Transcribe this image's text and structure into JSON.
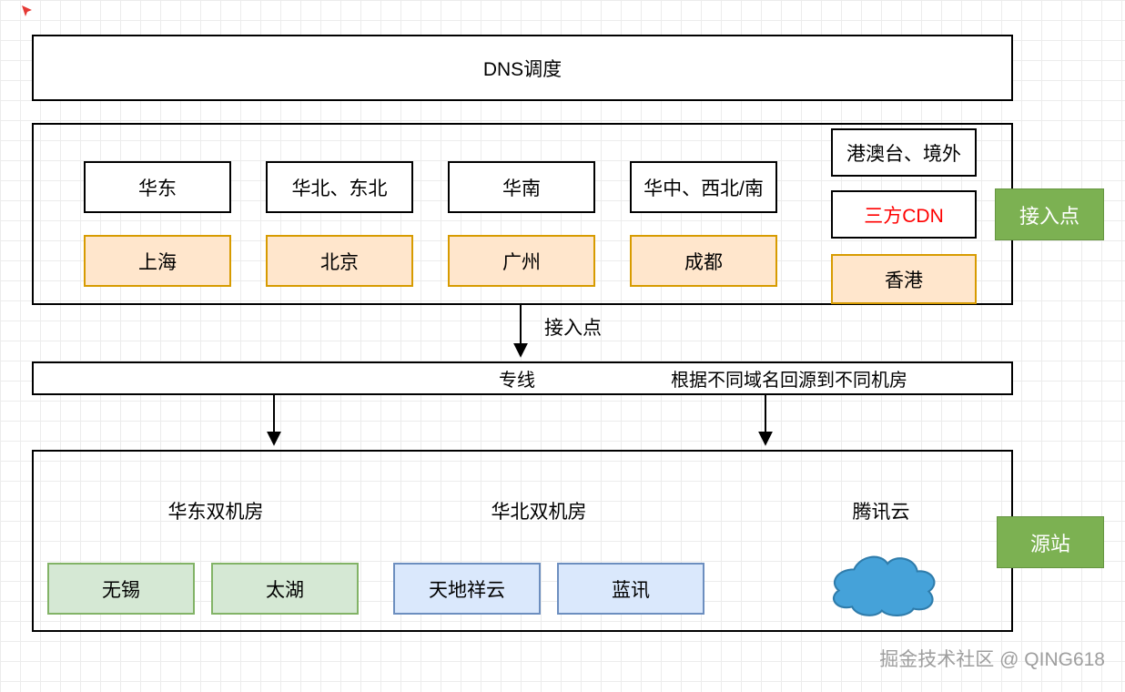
{
  "dns": {
    "title": "DNS调度"
  },
  "access_layer": {
    "regions": [
      "华东",
      "华北、东北",
      "华南",
      "华中、西北/南"
    ],
    "cities": [
      "上海",
      "北京",
      "广州",
      "成都"
    ],
    "overseas": "港澳台、境外",
    "third_party_cdn": "三方CDN",
    "hongkong": "香港",
    "side_label": "接入点"
  },
  "connector": {
    "arrow_label": "接入点"
  },
  "routing_bar": {
    "left_text": "专线",
    "right_text": "根据不同域名回源到不同机房"
  },
  "origin_layer": {
    "east_title": "华东双机房",
    "east_nodes": [
      "无锡",
      "太湖"
    ],
    "north_title": "华北双机房",
    "north_nodes": [
      "天地祥云",
      "蓝讯"
    ],
    "cloud_title": "腾讯云",
    "side_label": "源站"
  },
  "watermark": "掘金技术社区 @ QING618",
  "colors": {
    "box_orange_fill": "#ffe6cc",
    "box_orange_stroke": "#d79b00",
    "box_green_fill": "#d5e8d4",
    "box_green_stroke": "#82b366",
    "box_blue_fill": "#dae8fc",
    "box_blue_stroke": "#6c8ebf",
    "side_label_green": "#7cb152",
    "cdn_red": "#ff0000",
    "cloud_blue": "#45a2d9",
    "watermark_gray": "#9e9e9e"
  }
}
